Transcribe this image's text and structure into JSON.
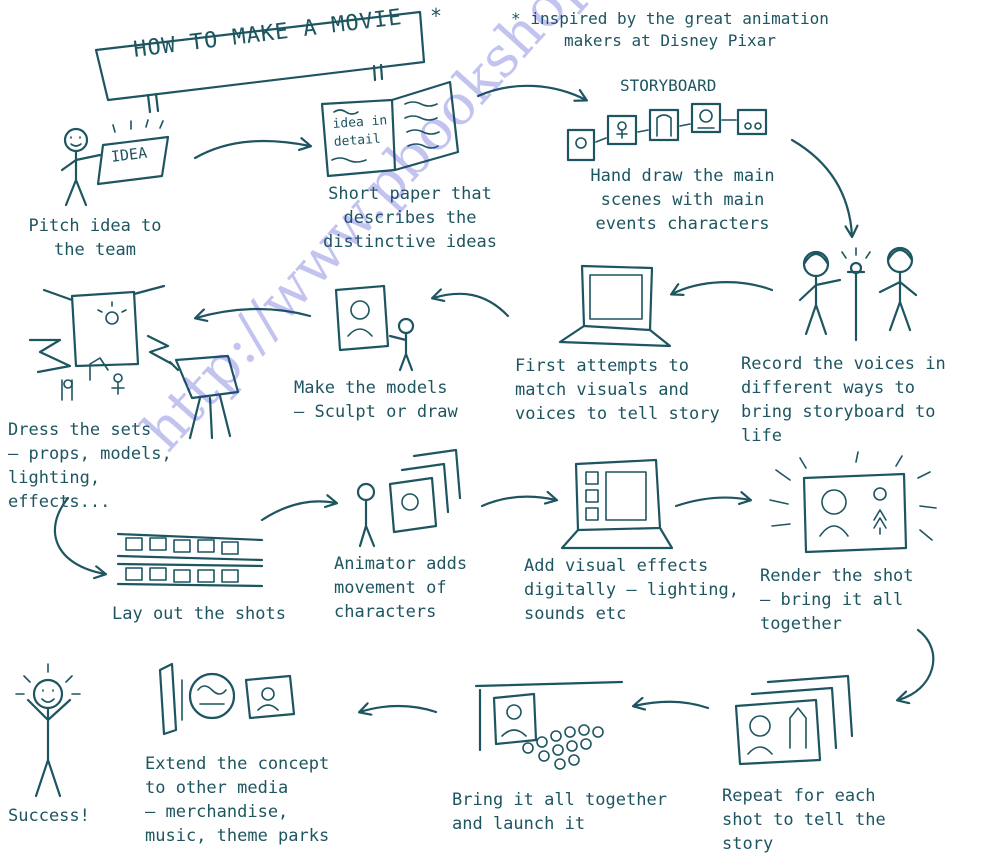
{
  "title": "HOW TO MAKE A MOVIE",
  "title_mark": "*",
  "footnote": "* inspired by the great animation\nmakers at Disney Pixar",
  "sketch_text": {
    "idea_card": "IDEA",
    "idea_in_detail": "idea in\ndetail",
    "storyboard": "STORYBOARD"
  },
  "steps": [
    {
      "label": "Pitch idea to\nthe team"
    },
    {
      "label": "Short paper that\ndescribes the\ndistinctive ideas"
    },
    {
      "label": "Hand draw the main\nscenes with main\nevents characters"
    },
    {
      "label": "Record the voices in\ndifferent ways to\nbring storyboard to life"
    },
    {
      "label": "First attempts to\nmatch visuals and\nvoices to tell story"
    },
    {
      "label": "Make the models\n— Sculpt or draw"
    },
    {
      "label": "Dress the sets\n— props, models,\nlighting, effects..."
    },
    {
      "label": "Lay out the shots"
    },
    {
      "label": "Animator adds\nmovement of\ncharacters"
    },
    {
      "label": "Add visual effects\ndigitally — lighting,\nsounds etc"
    },
    {
      "label": "Render the shot\n— bring it all together"
    },
    {
      "label": "Repeat for each\nshot to tell the story"
    },
    {
      "label": "Bring it all together\nand launch it"
    },
    {
      "label": "Extend the concept\nto other media\n— merchandise,\nmusic, theme parks"
    },
    {
      "label": "Success!"
    }
  ],
  "watermark": "http://www.pbookshop.com",
  "colors": {
    "ink": "#1d5560",
    "watermark": "#2828c8",
    "background": "#ffffff"
  }
}
